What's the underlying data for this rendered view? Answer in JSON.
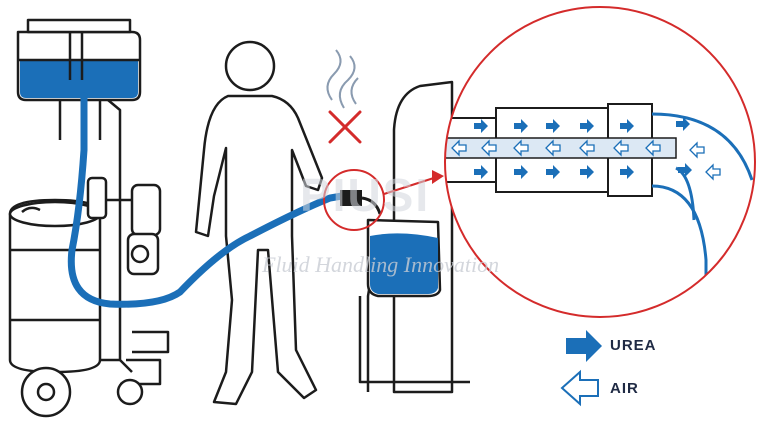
{
  "colors": {
    "urea": "#1b6fb8",
    "line": "#1c1c1c",
    "magnifier": "#d42b2b",
    "tube": "#dce8f4",
    "watermark": "#c9cdd4"
  },
  "legend": {
    "urea_label": "UREA",
    "air_label": "AIR",
    "urea_icon": "filled-arrow-icon",
    "air_icon": "outline-arrow-icon"
  },
  "watermark": {
    "logo": "PIUSI",
    "tagline": "Fluid Handling Innovation"
  },
  "icons": {
    "no_fumes": "cross-mark-icon",
    "vapour": "wavy-vapour-icon"
  }
}
